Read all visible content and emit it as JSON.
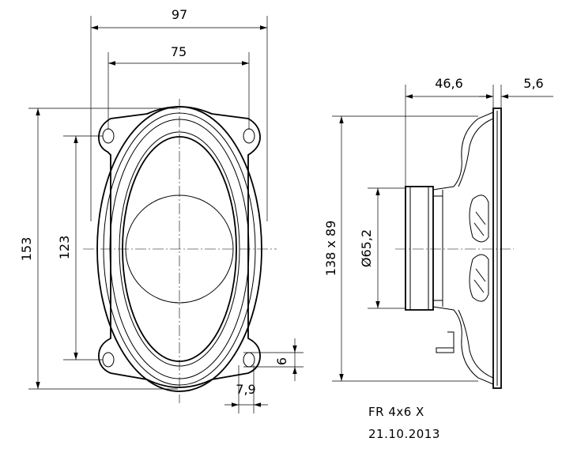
{
  "dimensions": {
    "overall_width": "97",
    "hole_spacing_width": "75",
    "overall_height": "153",
    "hole_spacing_height": "123",
    "mount_depth": "46,6",
    "flange_thickness": "5,6",
    "cutout_size": "138 x 89",
    "magnet_diameter": "Ø65,2",
    "slot_height": "6",
    "slot_width": "7,9"
  },
  "title_block": {
    "model": "FR 4x6 X",
    "date": "21.10.2013"
  }
}
